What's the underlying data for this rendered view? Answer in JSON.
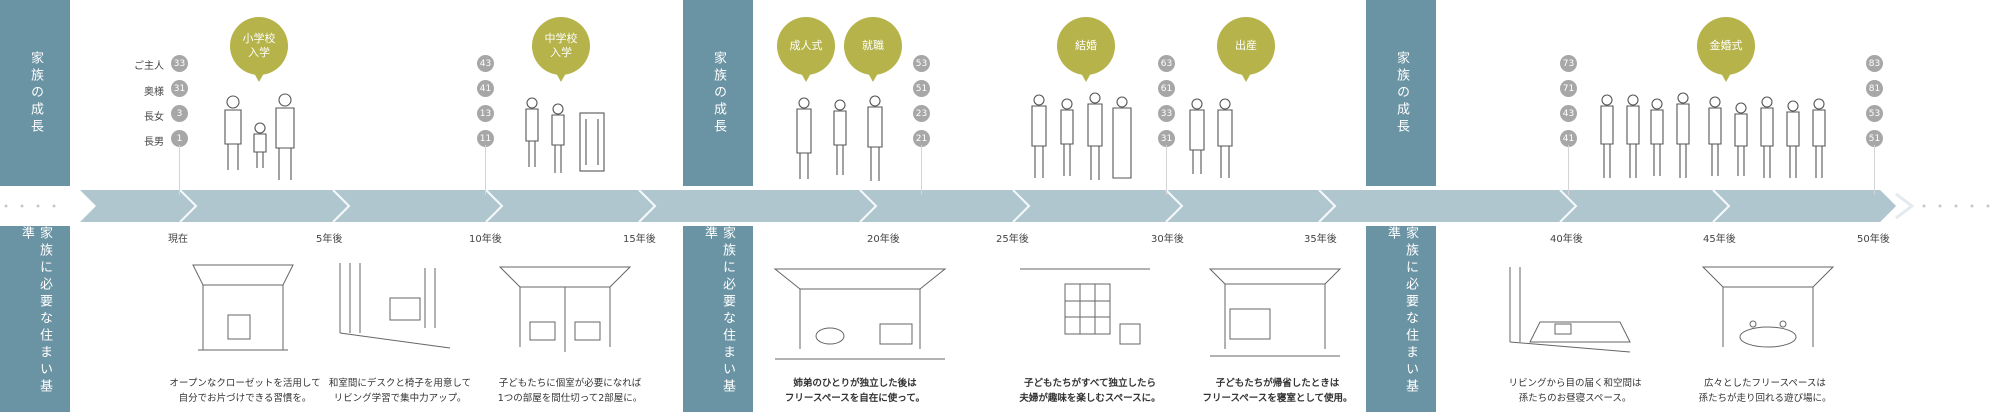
{
  "panels": {
    "growth": "家族の成長",
    "living": "家族に必要な住まい基準"
  },
  "roles": [
    "ご主人",
    "奥様",
    "長女",
    "長男"
  ],
  "events": [
    {
      "id": "elementary",
      "label": "小学校\n入学"
    },
    {
      "id": "junior",
      "label": "中学校\n入学"
    },
    {
      "id": "coming_of_age",
      "label": "成人式"
    },
    {
      "id": "employment",
      "label": "就職"
    },
    {
      "id": "marriage",
      "label": "結婚"
    },
    {
      "id": "birth",
      "label": "出産"
    },
    {
      "id": "golden",
      "label": "金婚式"
    }
  ],
  "ages": [
    [
      "33",
      "31",
      "3",
      "1"
    ],
    [
      "43",
      "41",
      "13",
      "11"
    ],
    [
      "53",
      "51",
      "23",
      "21"
    ],
    [
      "63",
      "61",
      "33",
      "31"
    ],
    [
      "73",
      "71",
      "43",
      "41"
    ],
    [
      "83",
      "81",
      "53",
      "51"
    ]
  ],
  "timeline": [
    "現在",
    "5年後",
    "10年後",
    "15年後",
    "20年後",
    "25年後",
    "30年後",
    "35年後",
    "40年後",
    "45年後",
    "50年後"
  ],
  "captions": [
    {
      "l1": "オープンなクローゼットを活用して",
      "l2": "自分でお片づけできる習慣を。"
    },
    {
      "l1": "和室間にデスクと椅子を用意して",
      "l2": "リビング学習で集中力アップ。"
    },
    {
      "l1": "子どもたちに個室が必要になれば",
      "l2": "1つの部屋を間仕切って2部屋に。"
    },
    {
      "l1": "姉弟のひとりが独立した後は",
      "l2": "フリースペースを自在に使って。"
    },
    {
      "l1": "子どもたちがすべて独立したら",
      "l2": "夫婦が趣味を楽しむスペースに。"
    },
    {
      "l1": "子どもたちが帰省したときは",
      "l2": "フリースペースを寝室として使用。"
    },
    {
      "l1": "リビングから目の届く和空間は",
      "l2": "孫たちのお昼寝スペース。"
    },
    {
      "l1": "広々としたフリースペースは",
      "l2": "孫たちが走り回れる遊び場に。"
    }
  ],
  "colors": {
    "panel": "#6a93a3",
    "band": "#afc6cf",
    "event": "#b5b34a",
    "age": "#a7a7a7"
  }
}
